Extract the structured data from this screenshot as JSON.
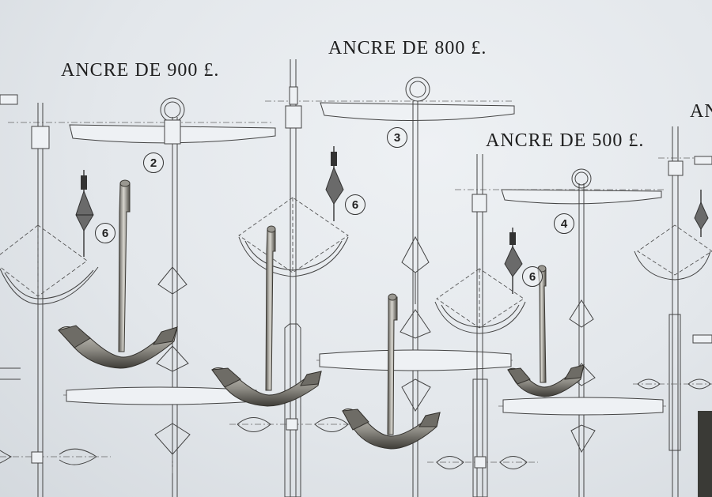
{
  "titles": {
    "anchor_900": "ANCRE DE 900 £.",
    "anchor_800": "ANCRE DE 800 £.",
    "anchor_500": "ANCRE DE 500 £.",
    "edge_partial": "AN"
  },
  "labels": {
    "n2": "2",
    "n3": "3",
    "n4": "4",
    "n6a": "6",
    "n6b": "6",
    "n6c": "6"
  },
  "colors": {
    "paper": "#e3e7eb",
    "ink": "#444444",
    "metal_light": "#c9c7c0",
    "metal_dark": "#4e4c46"
  }
}
